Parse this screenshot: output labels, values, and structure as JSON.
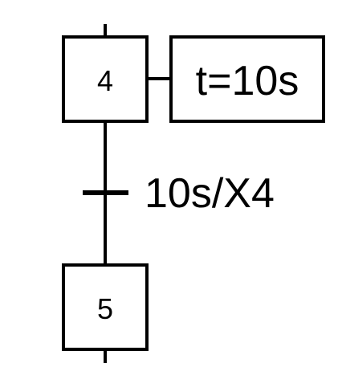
{
  "diagram": {
    "colors": {
      "stroke": "#000000",
      "background": "#ffffff"
    },
    "step_top": {
      "number": "4"
    },
    "action": {
      "text": "t=10s"
    },
    "transition": {
      "condition": "10s/X4"
    },
    "step_bottom": {
      "number": "5"
    }
  }
}
